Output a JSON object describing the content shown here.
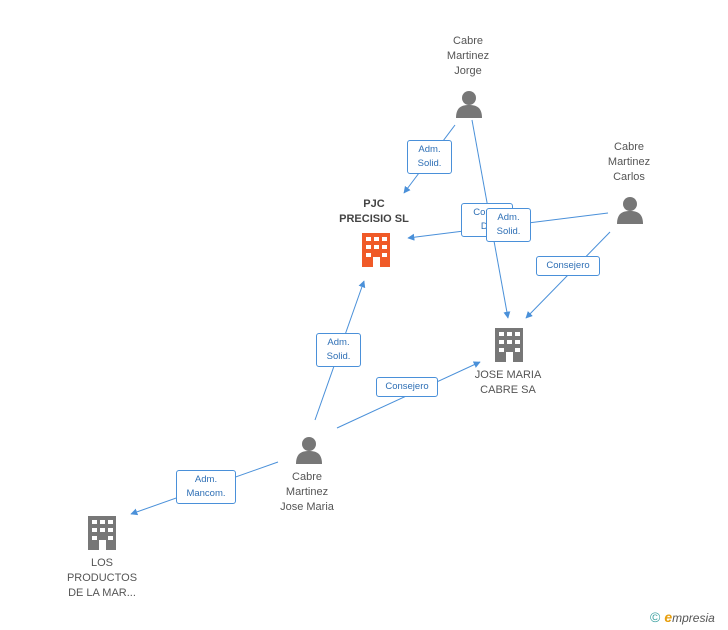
{
  "nodes": {
    "pjc": {
      "lines": [
        "PJC",
        "PRECISIO SL"
      ],
      "type": "company",
      "color": "#f05a28"
    },
    "jose_maria_sa": {
      "lines": [
        "JOSE MARIA",
        "CABRE SA"
      ],
      "type": "company",
      "color": "#777777"
    },
    "los_productos": {
      "lines": [
        "LOS",
        "PRODUCTOS",
        "DE LA MAR..."
      ],
      "type": "company",
      "color": "#777777"
    },
    "jorge": {
      "lines": [
        "Cabre",
        "Martinez",
        "Jorge"
      ],
      "type": "person",
      "color": "#777777"
    },
    "carlos": {
      "lines": [
        "Cabre",
        "Martinez",
        "Carlos"
      ],
      "type": "person",
      "color": "#777777"
    },
    "jose_maria": {
      "lines": [
        "Cabre",
        "Martinez",
        "Jose Maria"
      ],
      "type": "person",
      "color": "#777777"
    }
  },
  "edges": [
    {
      "id": "jorge-pjc",
      "lines": [
        "Adm.",
        "Solid."
      ]
    },
    {
      "id": "jorge-jmsa-1",
      "lines": [
        "Conse",
        "De"
      ]
    },
    {
      "id": "carlos-pjc",
      "lines": [
        "Adm.",
        "Solid."
      ]
    },
    {
      "id": "carlos-jmsa",
      "lines": [
        "Consejero"
      ]
    },
    {
      "id": "josemaria-pjc",
      "lines": [
        "Adm.",
        "Solid."
      ]
    },
    {
      "id": "josemaria-jmsa",
      "lines": [
        "Consejero"
      ]
    },
    {
      "id": "josemaria-productos",
      "lines": [
        "Adm.",
        "Mancom."
      ]
    }
  ],
  "footer": {
    "copyright": "©",
    "brand_initial": "e",
    "brand_rest": "mpresia"
  },
  "colors": {
    "edge": "#4a90d9",
    "highlight_company": "#f05a28",
    "icon": "#777777"
  }
}
